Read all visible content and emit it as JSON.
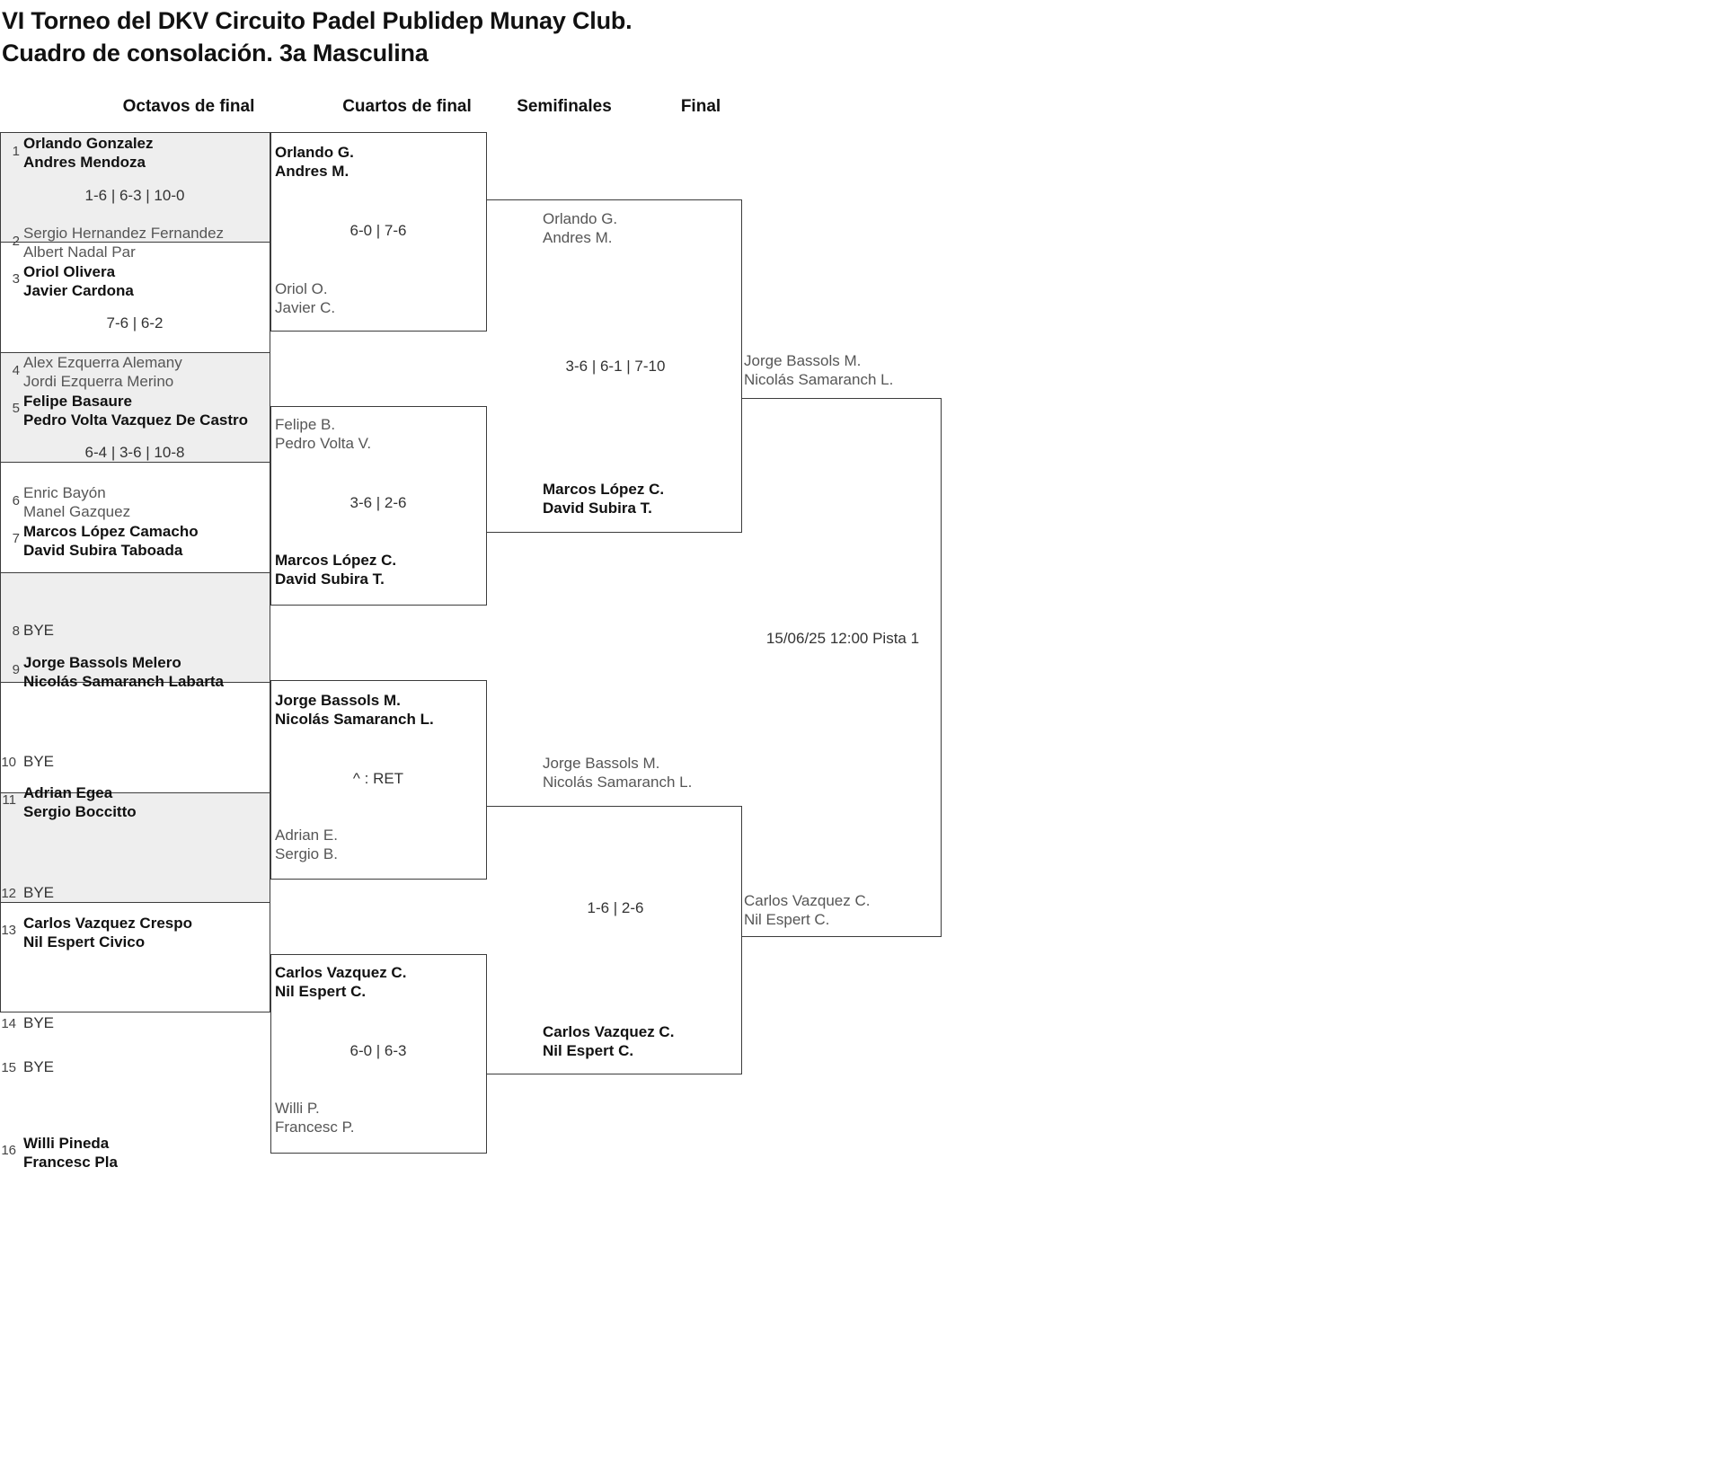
{
  "title": {
    "line1": "VI Torneo del DKV Circuito Padel Publidep Munay Club.",
    "line2": "Cuadro de consolación. 3a Masculina"
  },
  "rounds": [
    {
      "id": "r16",
      "label": "Octavos de final"
    },
    {
      "id": "qf",
      "label": "Cuartos de final"
    },
    {
      "id": "sf",
      "label": "Semifinales"
    },
    {
      "id": "f",
      "label": "Final"
    }
  ],
  "bye_label": "BYE",
  "octavos": {
    "seeds": [
      "1",
      "2",
      "3",
      "4",
      "5",
      "6",
      "7",
      "8",
      "9",
      "10",
      "11",
      "12",
      "13",
      "14",
      "15",
      "16"
    ],
    "entries": [
      {
        "seed": "1",
        "p1": "Orlando Gonzalez",
        "p2": "Andres Mendoza",
        "state": "win"
      },
      {
        "seed": "2",
        "p1": "Sergio Hernandez Fernandez",
        "p2": "Albert Nadal Par",
        "state": "lose"
      },
      {
        "seed": "3",
        "p1": "Oriol Olivera",
        "p2": "Javier Cardona",
        "state": "win"
      },
      {
        "seed": "4",
        "p1": "Alex Ezquerra Alemany",
        "p2": "Jordi Ezquerra Merino",
        "state": "lose"
      },
      {
        "seed": "5",
        "p1": "Felipe Basaure",
        "p2": "Pedro Volta Vazquez De Castro",
        "state": "win"
      },
      {
        "seed": "6",
        "p1": "Enric Bayón",
        "p2": "Manel Gazquez",
        "state": "lose"
      },
      {
        "seed": "7",
        "p1": "Marcos López Camacho",
        "p2": "David Subira Taboada",
        "state": "win"
      },
      {
        "seed": "8",
        "p1": "BYE",
        "p2": "",
        "state": "bye"
      },
      {
        "seed": "9",
        "p1": "Jorge Bassols Melero",
        "p2": "Nicolás Samaranch Labarta",
        "state": "win"
      },
      {
        "seed": "10",
        "p1": "BYE",
        "p2": "",
        "state": "bye"
      },
      {
        "seed": "11",
        "p1": "Adrian Egea",
        "p2": "Sergio Boccitto",
        "state": "win"
      },
      {
        "seed": "12",
        "p1": "BYE",
        "p2": "",
        "state": "bye"
      },
      {
        "seed": "13",
        "p1": "Carlos Vazquez Crespo",
        "p2": "Nil Espert Civico",
        "state": "win"
      },
      {
        "seed": "14",
        "p1": "BYE",
        "p2": "",
        "state": "bye"
      },
      {
        "seed": "15",
        "p1": "BYE",
        "p2": "",
        "state": "bye"
      },
      {
        "seed": "16",
        "p1": "Willi Pineda",
        "p2": "Francesc Pla",
        "state": "win"
      }
    ],
    "scores": [
      "1-6 | 6-3 | 10-0",
      "7-6 | 6-2",
      "6-4 | 3-6 | 10-8",
      "",
      "",
      "",
      "",
      ""
    ]
  },
  "cuartos": {
    "entries": [
      {
        "p1": "Orlando G.",
        "p2": "Andres M.",
        "state": "win"
      },
      {
        "p1": "Oriol O.",
        "p2": "Javier C.",
        "state": "lose"
      },
      {
        "p1": "Felipe B.",
        "p2": "Pedro Volta V.",
        "state": "lose"
      },
      {
        "p1": "Marcos López C.",
        "p2": "David Subira T.",
        "state": "win"
      },
      {
        "p1": "Jorge Bassols M.",
        "p2": "Nicolás Samaranch L.",
        "state": "win"
      },
      {
        "p1": "Adrian E.",
        "p2": "Sergio B.",
        "state": "lose"
      },
      {
        "p1": "Carlos Vazquez C.",
        "p2": "Nil Espert C.",
        "state": "win"
      },
      {
        "p1": "Willi P.",
        "p2": "Francesc P.",
        "state": "lose"
      }
    ],
    "scores": [
      "6-0 | 7-6",
      "3-6 | 2-6",
      "^ : RET",
      "6-0 | 6-3"
    ]
  },
  "semifinales": {
    "entries": [
      {
        "p1": "Orlando G.",
        "p2": "Andres M.",
        "state": "lose"
      },
      {
        "p1": "Marcos López C.",
        "p2": "David Subira T.",
        "state": "win"
      },
      {
        "p1": "Jorge Bassols M.",
        "p2": "Nicolás Samaranch L.",
        "state": "lose"
      },
      {
        "p1": "Carlos Vazquez C.",
        "p2": "Nil Espert C.",
        "state": "win"
      }
    ],
    "scores": [
      "3-6 | 6-1 | 7-10",
      "1-6 | 2-6"
    ]
  },
  "final": {
    "entries": [
      {
        "p1": "Jorge Bassols M.",
        "p2": "Nicolás Samaranch L.",
        "state": "lose"
      },
      {
        "p1": "Carlos Vazquez C.",
        "p2": "Nil Espert C.",
        "state": "lose"
      }
    ],
    "schedule": "15/06/25 12:00 Pista 1"
  },
  "colors": {
    "band": "#eeeeee",
    "line": "#3c3c3c",
    "winner_text": "#111111",
    "loser_text": "#565656"
  }
}
